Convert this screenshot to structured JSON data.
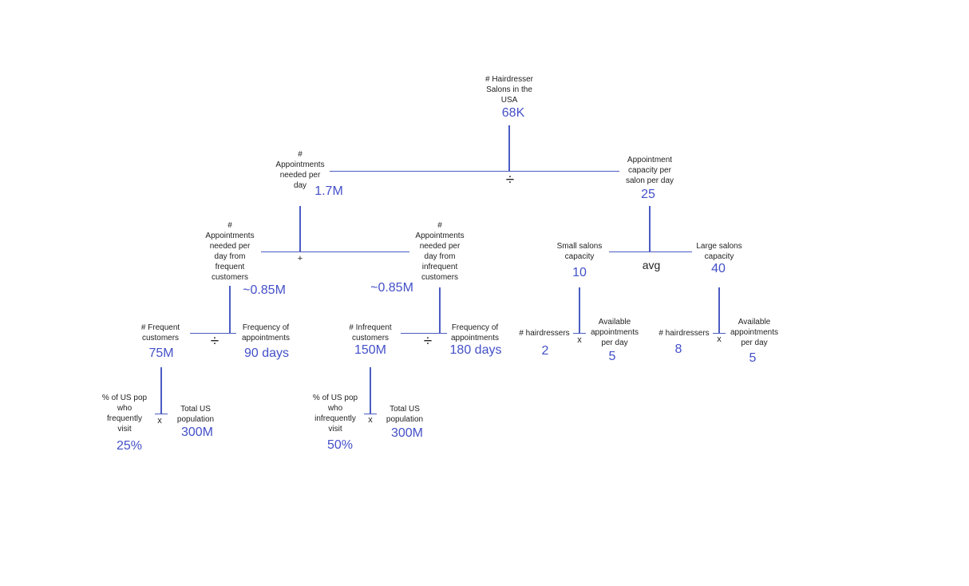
{
  "colors": {
    "value": "#4450c8",
    "line": "#4a5cc2",
    "text": "#1f1f1f"
  },
  "root": {
    "label": "# Hairdresser\nSalons in the\nUSA",
    "value": "68K",
    "operator": "÷"
  },
  "appointments_needed": {
    "label": "#\nAppointments\nneeded per\nday",
    "value": "1.7M",
    "operator": "+"
  },
  "capacity_per_salon": {
    "label": "Appointment\ncapacity per\nsalon per day",
    "value": "25",
    "operator": "avg"
  },
  "frequent_appts": {
    "label": "#\nAppointments\nneeded per\nday from\nfrequent\ncustomers",
    "value": "~0.85M",
    "operator": "÷"
  },
  "infrequent_appts": {
    "label": "#\nAppointments\nneeded per\nday from\ninfrequent\ncustomers",
    "value": "~0.85M",
    "operator": "÷"
  },
  "small_salons": {
    "label": "Small salons\ncapacity",
    "value": "10",
    "operator": "x"
  },
  "large_salons": {
    "label": "Large salons\ncapacity",
    "value": "40",
    "operator": "x"
  },
  "frequent_customers": {
    "label": "# Frequent\ncustomers",
    "value": "75M",
    "operator": "x"
  },
  "frequency_frequent": {
    "label": "Frequency of\nappointments",
    "value": "90 days"
  },
  "infrequent_customers": {
    "label": "# Infrequent\ncustomers",
    "value": "150M",
    "operator": "x"
  },
  "frequency_infrequent": {
    "label": "Frequency of\nappointments",
    "value": "180 days"
  },
  "small_hairdressers": {
    "label": "# hairdressers",
    "value": "2"
  },
  "small_available": {
    "label": "Available\nappointments\nper day",
    "value": "5"
  },
  "large_hairdressers": {
    "label": "# hairdressers",
    "value": "8"
  },
  "large_available": {
    "label": "Available\nappointments\nper day",
    "value": "5"
  },
  "pct_frequent": {
    "label": "% of US pop\nwho\nfrequently\nvisit",
    "value": "25%"
  },
  "pop_frequent": {
    "label": "Total US\npopulation",
    "value": "300M"
  },
  "pct_infrequent": {
    "label": "% of US pop\nwho\ninfrequently\nvisit",
    "value": "50%"
  },
  "pop_infrequent": {
    "label": "Total US\npopulation",
    "value": "300M"
  }
}
